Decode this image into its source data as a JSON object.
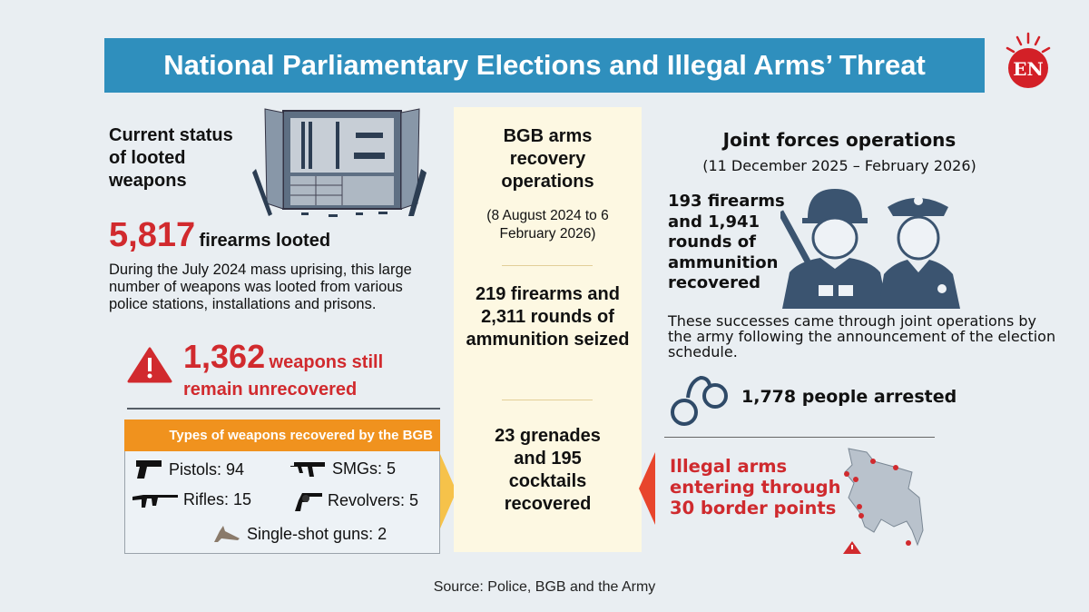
{
  "title": "National Parliamentary Elections and Illegal Arms’ Threat",
  "logo_text": "EN",
  "left": {
    "heading": "Current status of looted weapons",
    "looted_number": "5,817",
    "looted_label": "firearms looted",
    "description": "During the July 2024 mass uprising, this large number of weapons was looted from various police stations, installations and prisons.",
    "unrecovered_number": "1,362",
    "unrecovered_label_1": "weapons still",
    "unrecovered_label_2": "remain unrecovered",
    "types_heading": "Types of weapons recovered by the BGB",
    "types": [
      {
        "label": "Pistols: 94",
        "icon": "pistol-icon"
      },
      {
        "label": "SMGs: 5",
        "icon": "smg-icon"
      },
      {
        "label": "Rifles: 15",
        "icon": "rifle-icon"
      },
      {
        "label": "Revolvers: 5",
        "icon": "revolver-icon"
      },
      {
        "label": "Single-shot guns: 2",
        "icon": "single-shot-gun-icon"
      }
    ]
  },
  "center": {
    "heading": "BGB arms recovery operations",
    "dates": "(8 August 2024 to 6 February 2026)",
    "stat1": "219 firearms and 2,311 rounds of ammunition seized",
    "stat2": "23 grenades and 195 cocktails recovered"
  },
  "right": {
    "heading": "Joint forces operations",
    "dates": "(11 December 2025 – February 2026)",
    "recovered": "193 firearms and 1,941 rounds of ammunition recovered",
    "description": "These successes came through joint operations by the army following the announcement of the election schedule.",
    "arrested": "1,778 people arrested",
    "illegal_entry": "Illegal arms entering through 30 border points"
  },
  "source": "Source: Police, BGB and the Army",
  "colors": {
    "banner": "#2f8fbd",
    "red": "#d12a2e",
    "orange": "#f0921e",
    "navy": "#3b5470"
  }
}
